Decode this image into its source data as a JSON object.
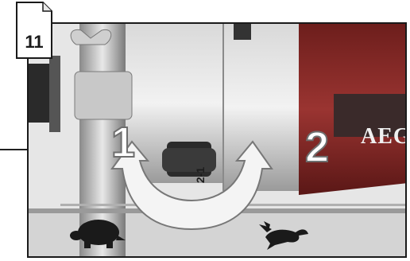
{
  "figure": {
    "number": "11"
  },
  "device": {
    "brand": "AEG",
    "switch_label": "2-1"
  },
  "positions": {
    "low": "1",
    "high": "2"
  },
  "icons": {
    "low_speed": "tortoise-icon",
    "high_speed": "hare-icon",
    "rotation": "curved-double-arrow-icon"
  },
  "colors": {
    "housing_red": "#8a2a28",
    "frame": "#1a1a1a",
    "metal": "#b8b8b8"
  }
}
